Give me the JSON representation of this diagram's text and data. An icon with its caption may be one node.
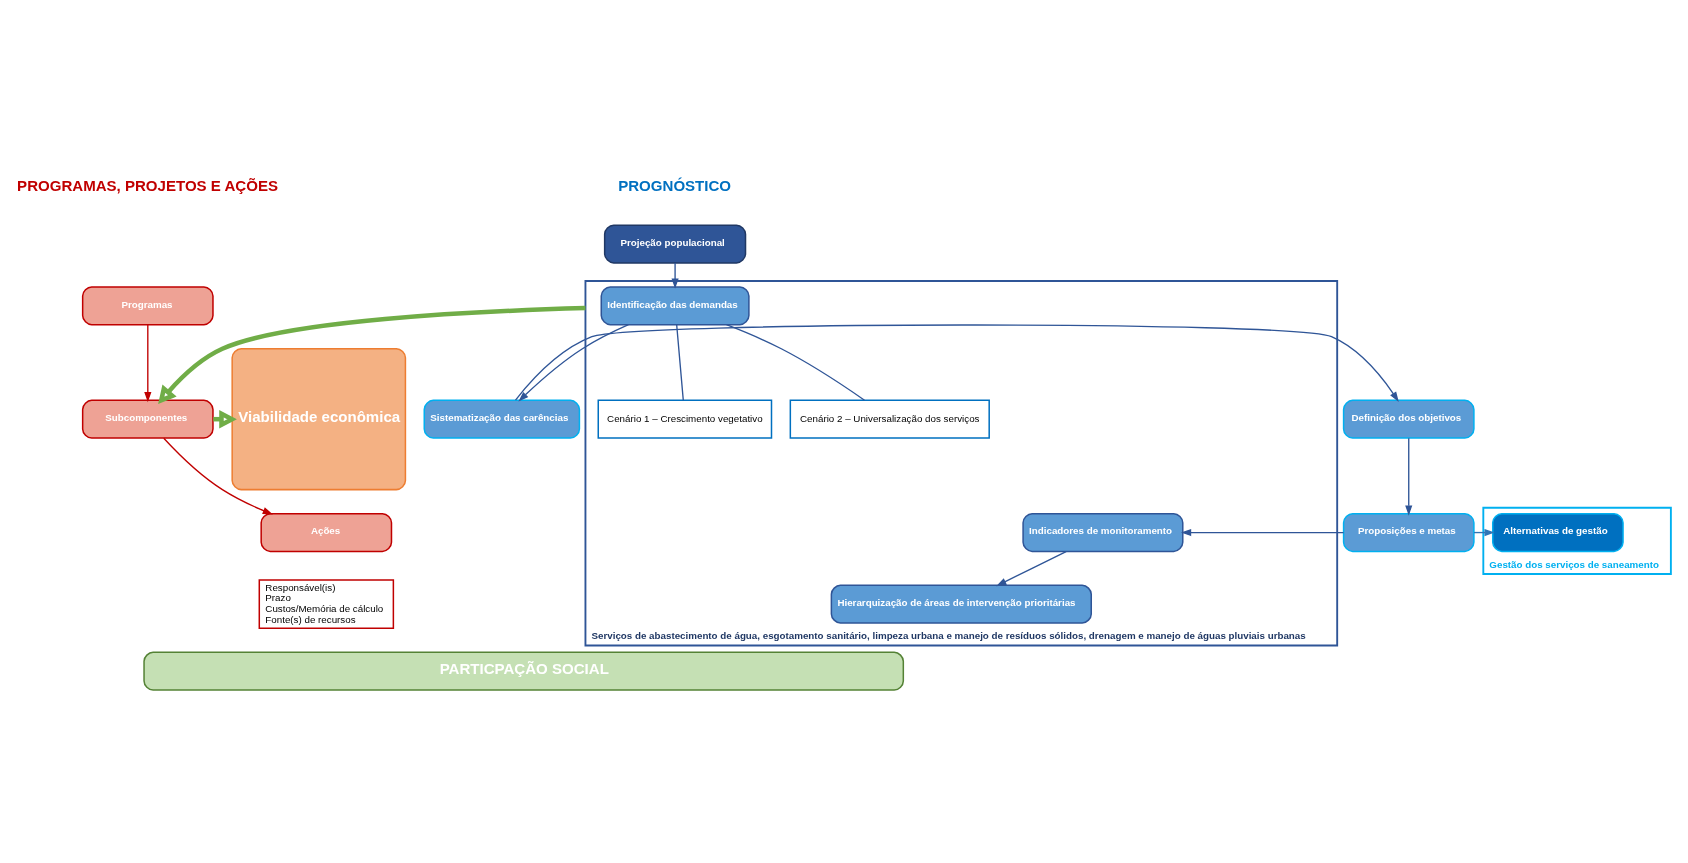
{
  "diagram": {
    "nodes": [
      {
        "text": [
          "Projeção populacional"
        ]
      },
      {
        "text": [
          "Serviços de abastecimento de água, esgotamento sanitário, limpeza urbana e manejo de resíduos sólidos, drenagem e manejo de águas pluviais urbanas"
        ]
      },
      {
        "text": [
          "Identificação das demandas"
        ],
        "in": 1
      },
      {
        "text": [
          "Cenário 1 – Crescimento vegetativo"
        ],
        "in": 1
      },
      {
        "text": [
          "Cenário 2 – Universalização dos serviços"
        ],
        "in": 1
      },
      {
        "text": [
          "Gestão dos serviços de saneamento"
        ]
      },
      {
        "text": [
          "Alternativas de gestão"
        ],
        "in": 5
      },
      {
        "text": [
          "Definição dos objetivos"
        ]
      },
      {
        "text": [
          "Sistematização das carências"
        ]
      },
      {
        "text": [
          "Proposições e metas"
        ]
      },
      {
        "text": [
          "Indicadores de monitoramento"
        ],
        "in": 1
      },
      {
        "text": [
          "Hierarquização de áreas de intervenção prioritárias"
        ],
        "in": 1
      },
      {
        "text": [
          "Programas"
        ]
      },
      {
        "text": [
          "Subcomponentes"
        ]
      },
      {
        "text": [
          "Ações"
        ]
      },
      {
        "text": [
          "Responsável(is)",
          "Prazo",
          "Custos/Memória de cálculo",
          "Fonte(s) de recursos"
        ]
      },
      {
        "text": [
          "Viabilidade econômica"
        ]
      },
      {
        "text": [
          "PARTICPAÇÃO SOCIAL"
        ]
      }
    ],
    "edges": [
      {
        "from": 0,
        "to": 2,
        "arrow": "to"
      },
      {
        "from": 2,
        "to": 8,
        "arrow": "to"
      },
      {
        "from": 2,
        "to": 3,
        "arrow": "none"
      },
      {
        "from": 2,
        "to": 4,
        "arrow": "none"
      },
      {
        "from": 8,
        "to": 7,
        "arrow": "to"
      },
      {
        "from": 7,
        "to": 9,
        "arrow": "to"
      },
      {
        "from": 9,
        "to": 6,
        "arrow": "to",
        "color": "#2e75b6"
      },
      {
        "from": 9,
        "to": 10,
        "arrow": "to"
      },
      {
        "from": 10,
        "to": 11,
        "arrow": "to"
      },
      {
        "from": 12,
        "to": 13,
        "arrow": "to",
        "color": "#c00000"
      },
      {
        "from": 13,
        "to": 14,
        "arrow": "to",
        "color": "#c00000"
      },
      {
        "from": 1,
        "to": 13,
        "arrow": "to",
        "style": "thick",
        "color": "#70ad47"
      },
      {
        "from": 13,
        "to": 16,
        "arrow": "to",
        "style": "thick",
        "color": "#70ad47"
      }
    ],
    "labels": [
      "PROGNÓSTICO",
      "PROGRAMAS, PROJETOS E AÇÕES"
    ]
  }
}
